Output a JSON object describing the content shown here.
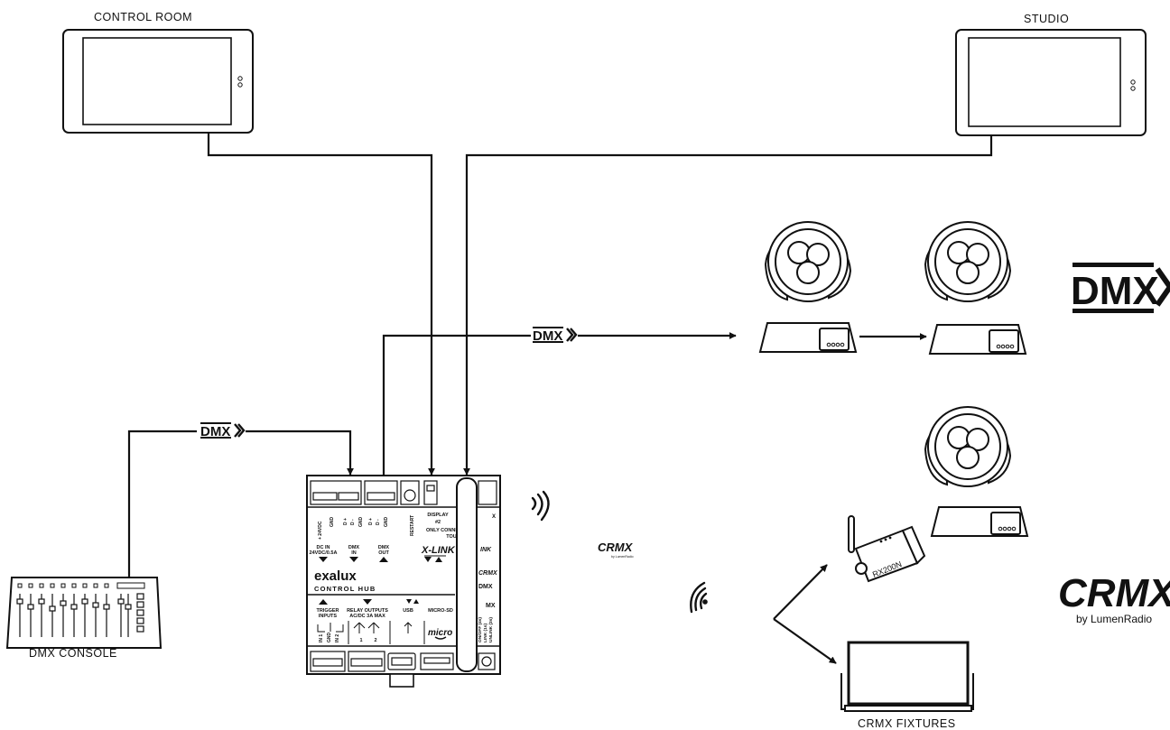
{
  "labels": {
    "control_room": "CONTROL ROOM",
    "studio": "STUDIO",
    "dmx_console": "DMX CONSOLE",
    "crmx_fixtures": "CRMX FIXTURES"
  },
  "logos": {
    "dmx_tag": "DMX",
    "crmx_small": "CRMX",
    "crmx_small_by": "by LumenRadio",
    "crmx_large": "CRMX",
    "crmx_large_by": "by LumenRadio",
    "dmx_large": "DMX"
  },
  "receiver": {
    "model": "RX200N"
  },
  "hub": {
    "brand": "exalux",
    "product": "CONTROL HUB",
    "dc_in": "DC IN",
    "dc_in_spec": "24VDC/0.5A",
    "dmx_in": "DMX",
    "dmx_in_sub": "IN",
    "dmx_out": "DMX",
    "dmx_out_sub": "OUT",
    "xlink": "X-LINK",
    "display": "DISPLAY",
    "display_num": "#2",
    "only_connect": "ONLY CONNEC",
    "touch": "TOUC",
    "vdc": "+ 24VDC",
    "gnd": "GND",
    "d_plus": "D +",
    "d_minus": "D -",
    "restart": "RESTART",
    "trigger": "TRIGGER",
    "inputs": "INPUTS",
    "relay": "RELAY OUTPUTS",
    "relay_spec": "AC/DC 3A MAX",
    "usb": "USB",
    "microsd": "MICRO-SD",
    "micro_logo": "micro",
    "in1": "IN 1",
    "in2": "IN 2",
    "r1": "1",
    "r2": "2",
    "crmx_side": "CRMX",
    "dmx_side": "DMX",
    "on_off": "ON/OFF (4s)",
    "link": "LINK (1s)",
    "unlink": "UNLINK (3s)",
    "mx": "MX",
    "ink": "INK",
    "x_side": "X"
  },
  "colors": {
    "line": "#111111",
    "background": "#ffffff",
    "device_fill": "#ffffff",
    "port_fill": "#f4f4f4"
  }
}
